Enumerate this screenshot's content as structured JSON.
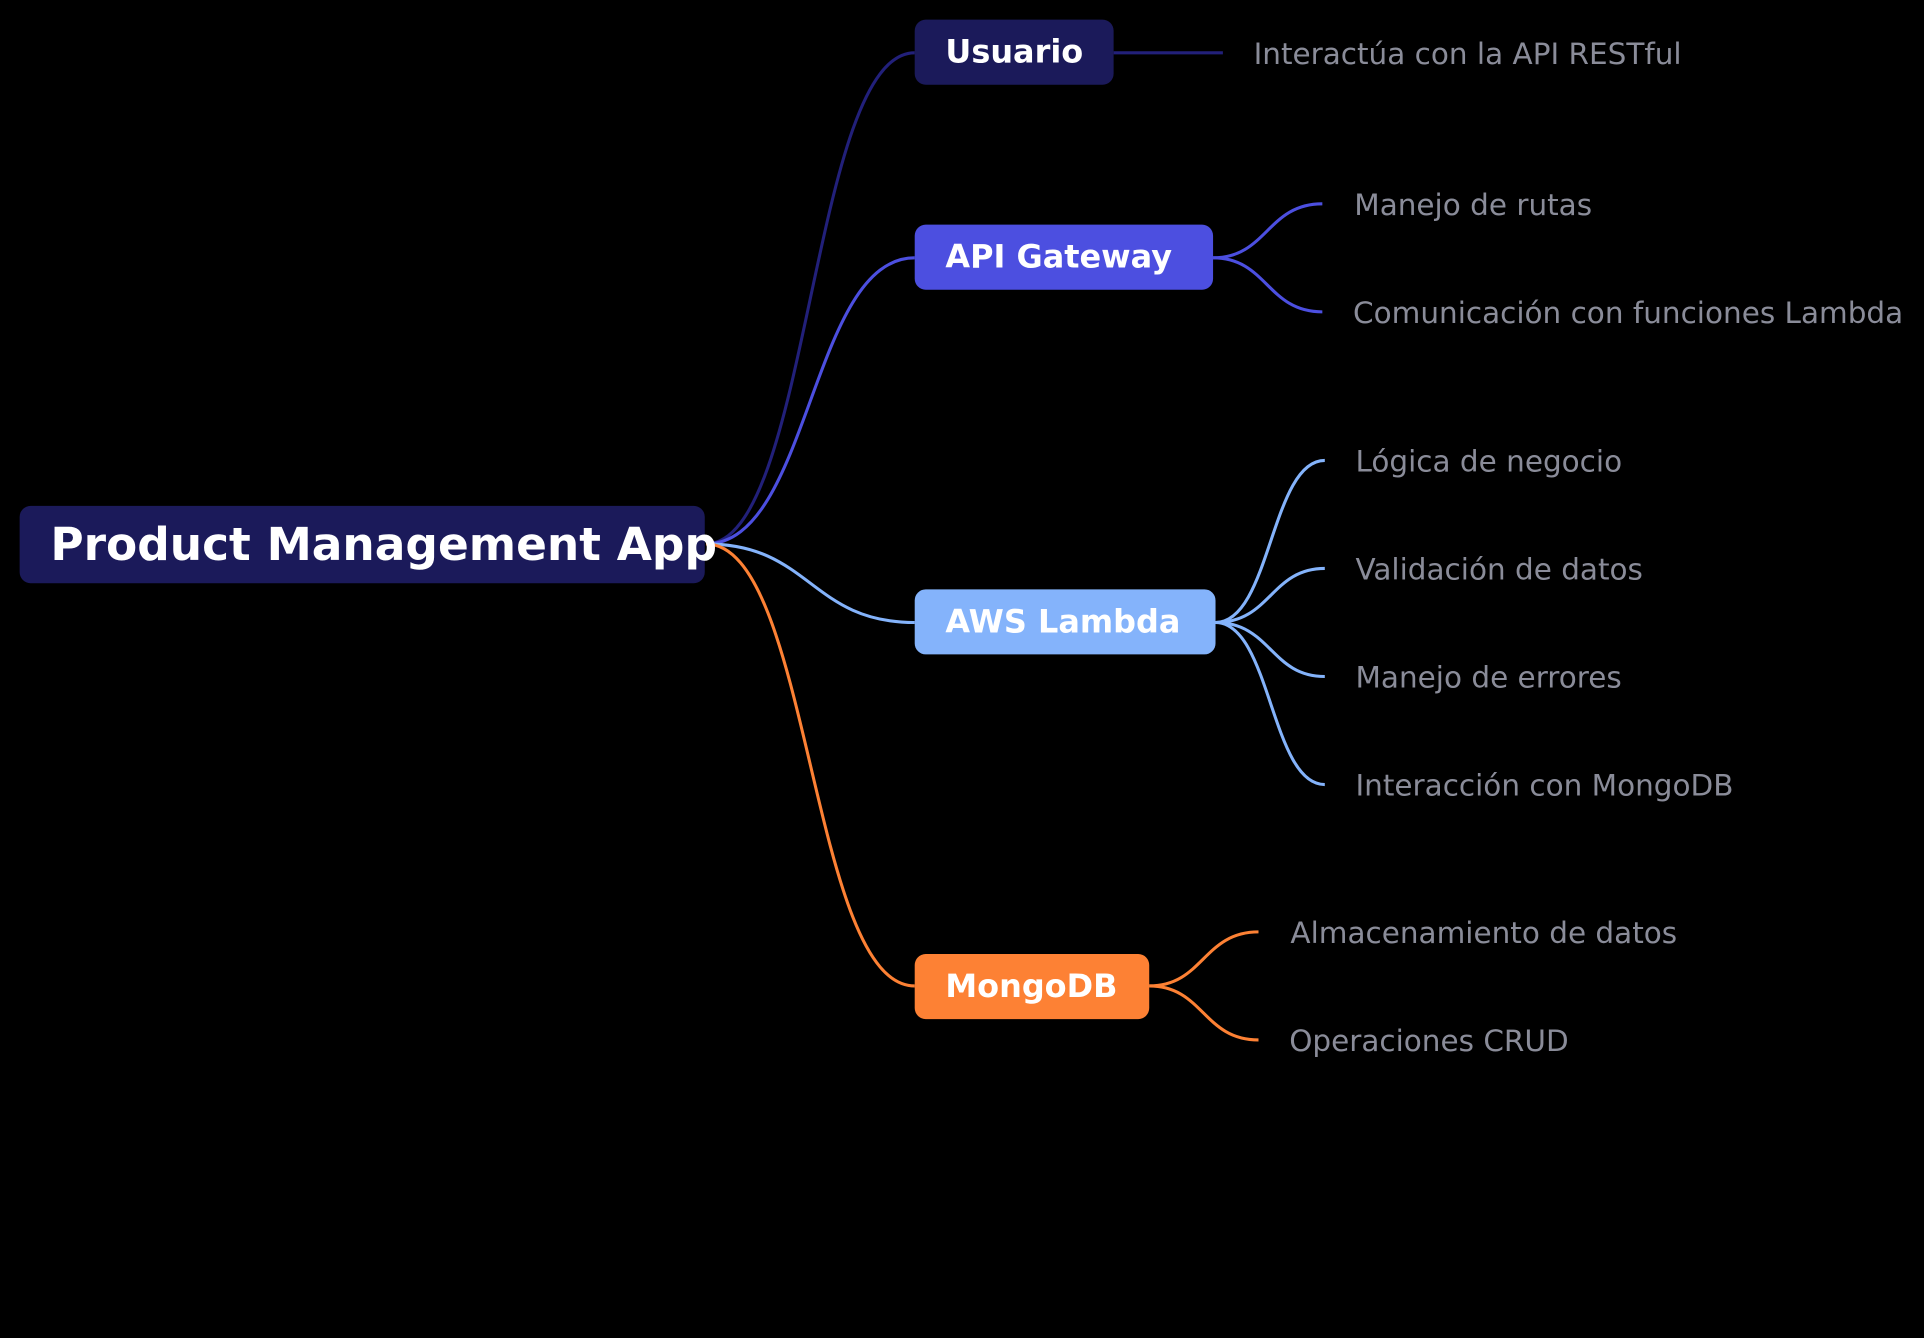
{
  "root": {
    "label": "Product Management App",
    "color": "#1b1a5a"
  },
  "branches": [
    {
      "label": "Usuario",
      "color": "#1b1a5a",
      "edge_color": "#22207a",
      "leaves": [
        "Interactúa con la API RESTful"
      ]
    },
    {
      "label": "API Gateway",
      "color": "#4c4fe0",
      "edge_color": "#4c4fe0",
      "leaves": [
        "Manejo de rutas",
        "Comunicación con funciones Lambda"
      ]
    },
    {
      "label": "AWS Lambda",
      "color": "#84b3fb",
      "edge_color": "#84b3fb",
      "leaves": [
        "Lógica de negocio",
        "Validación de datos",
        "Manejo de errores",
        "Interacción con MongoDB"
      ]
    },
    {
      "label": "MongoDB",
      "color": "#fd8134",
      "edge_color": "#fd8134",
      "leaves": [
        "Almacenamiento de datos",
        "Operaciones CRUD"
      ]
    }
  ]
}
